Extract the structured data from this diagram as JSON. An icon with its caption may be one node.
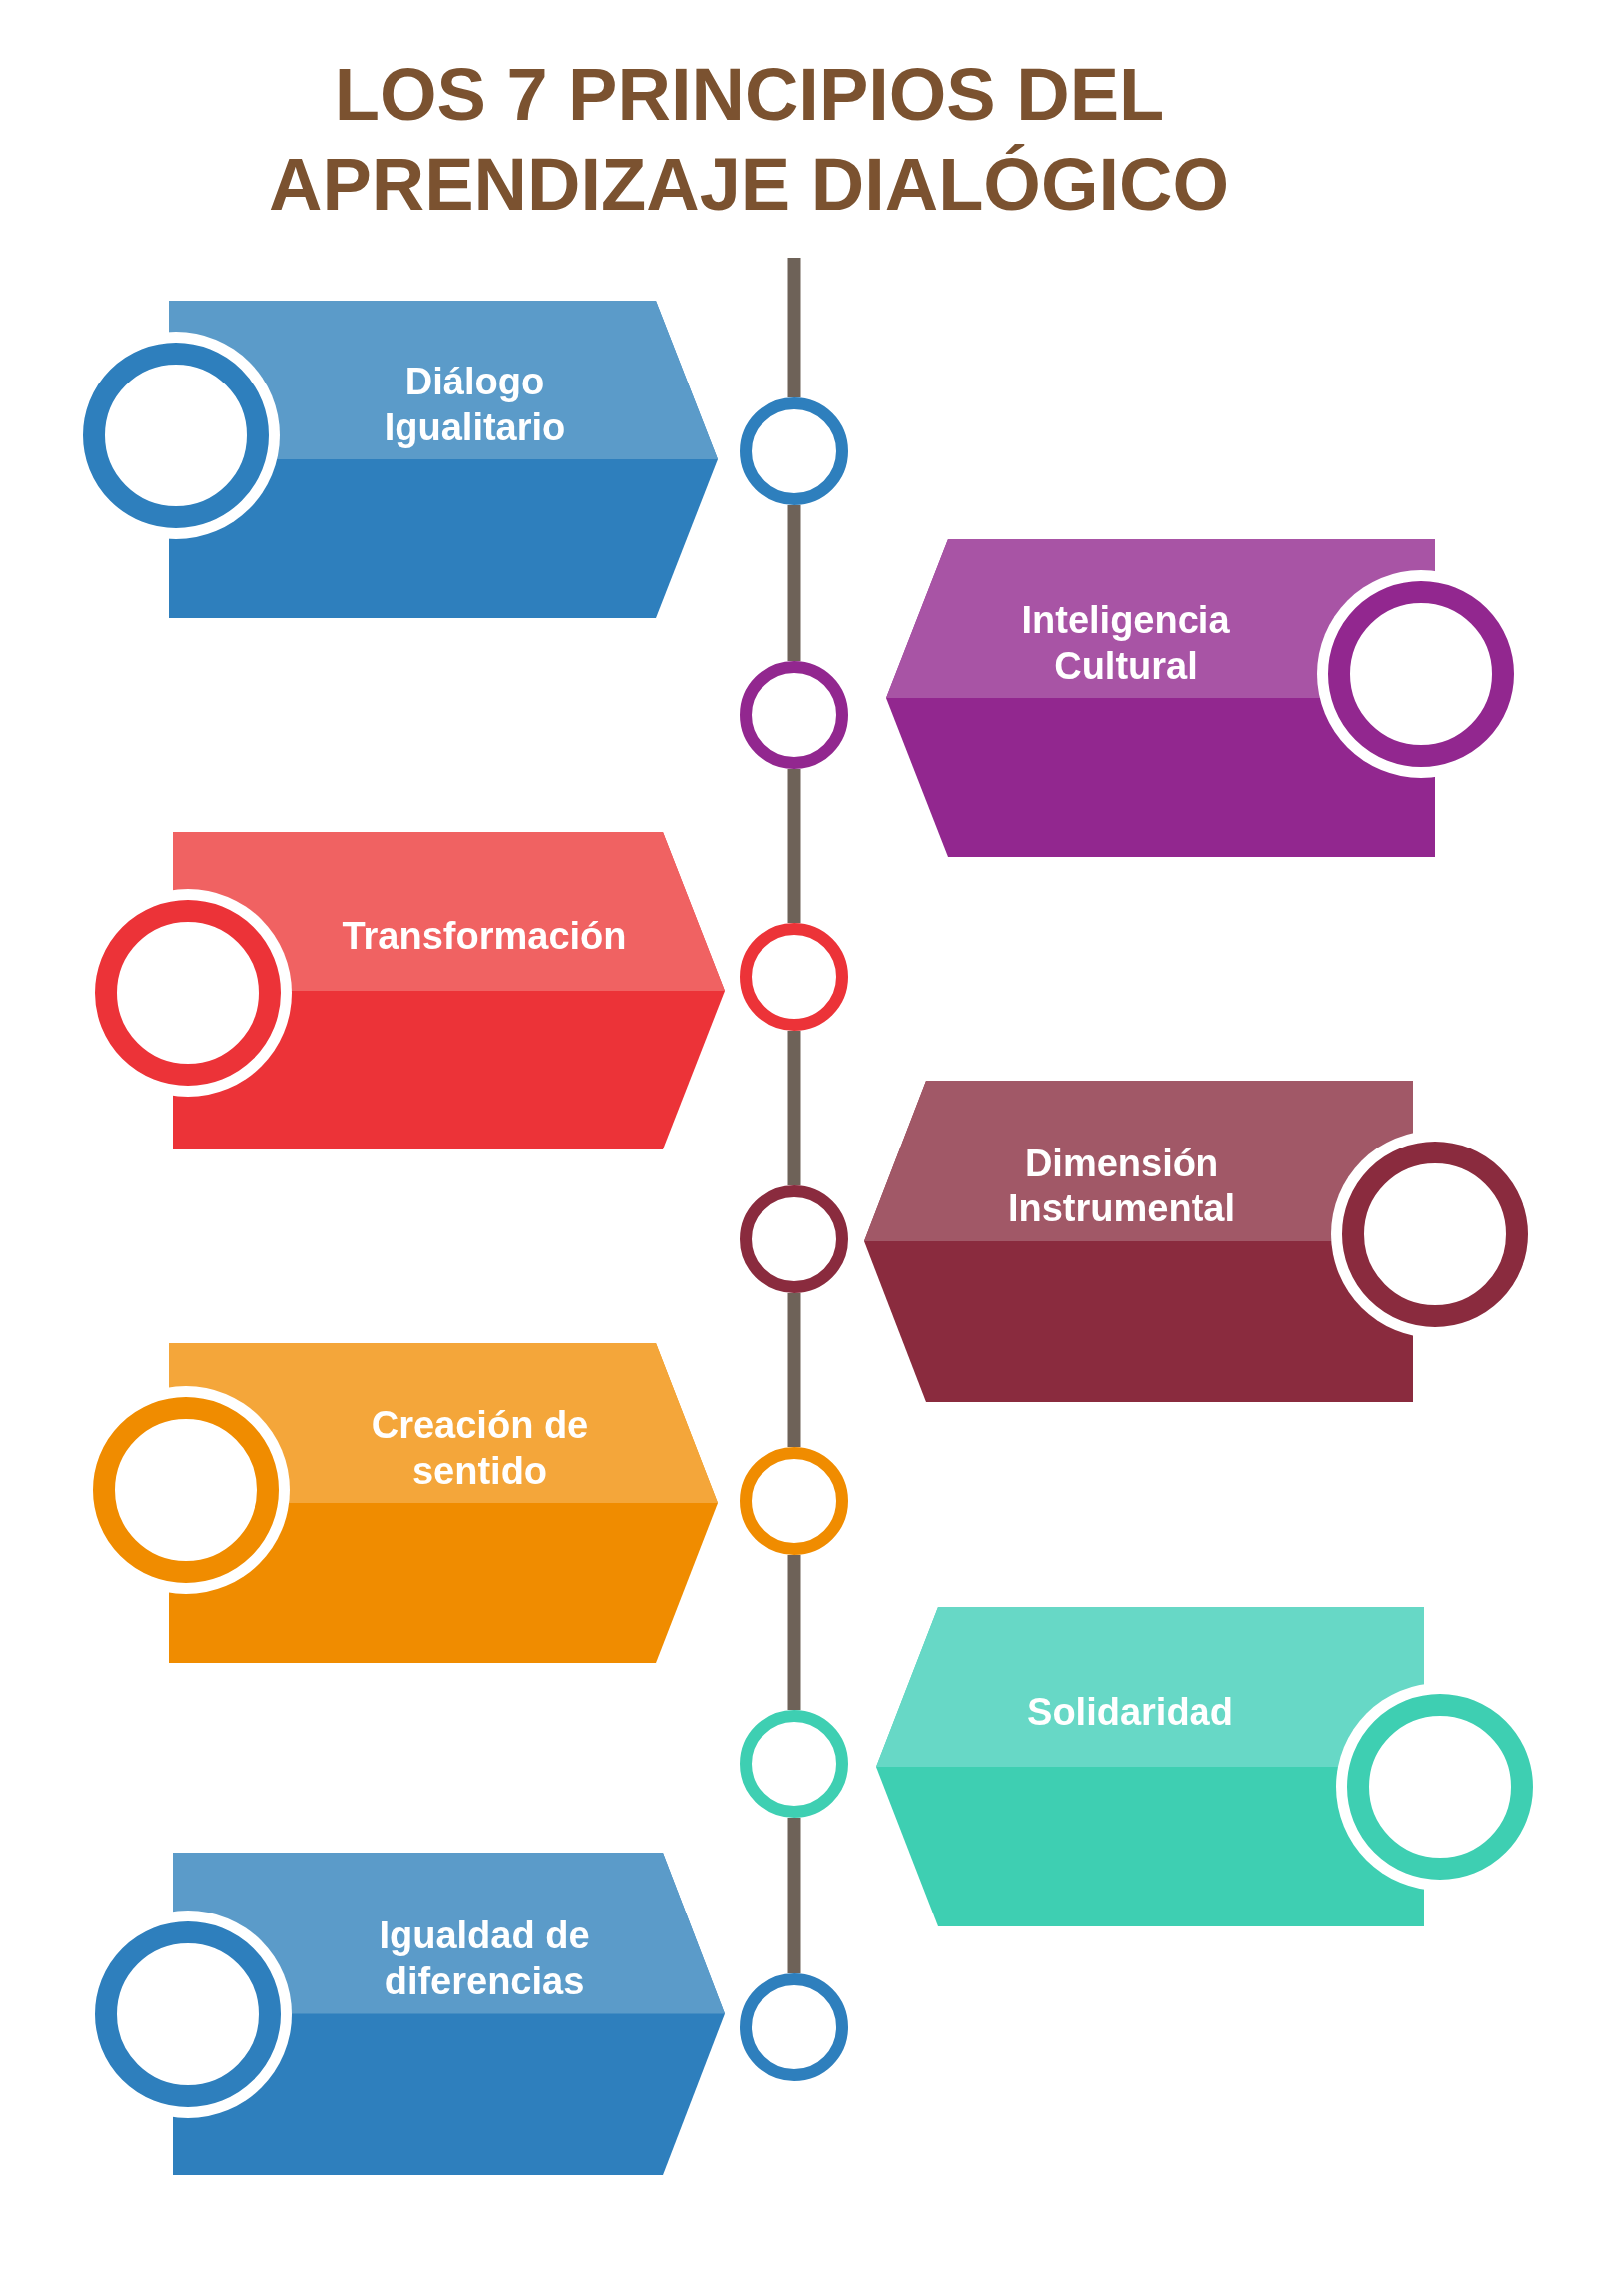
{
  "diagram": {
    "title": "LOS 7 PRINCIPIOS DEL APRENDIZAJE DIALÓGICO",
    "nodes": [
      {
        "text": [
          "Diálogo Igualitario"
        ]
      },
      {
        "text": [
          "Inteligencia Cultural"
        ]
      },
      {
        "text": [
          "Transformación"
        ]
      },
      {
        "text": [
          "Dimensión Instrumental"
        ]
      },
      {
        "text": [
          "Creación de sentido"
        ]
      },
      {
        "text": [
          "Solidaridad"
        ]
      },
      {
        "text": [
          "Igualdad de diferencias"
        ]
      },
      {
        "text": [],
        "shape": "circle"
      },
      {
        "text": [],
        "shape": "circle"
      },
      {
        "text": [],
        "shape": "circle"
      },
      {
        "text": [],
        "shape": "circle"
      },
      {
        "text": [],
        "shape": "circle"
      },
      {
        "text": [],
        "shape": "circle"
      },
      {
        "text": [],
        "shape": "circle"
      }
    ],
    "edges": [
      {
        "from": null,
        "to": 7,
        "arrow": "none"
      },
      {
        "from": 7,
        "to": 8,
        "arrow": "none"
      },
      {
        "from": 8,
        "to": 9,
        "arrow": "none"
      },
      {
        "from": 9,
        "to": 10,
        "arrow": "none"
      },
      {
        "from": 10,
        "to": 11,
        "arrow": "none"
      },
      {
        "from": 11,
        "to": 12,
        "arrow": "none"
      },
      {
        "from": 12,
        "to": 13,
        "arrow": "none"
      }
    ]
  }
}
